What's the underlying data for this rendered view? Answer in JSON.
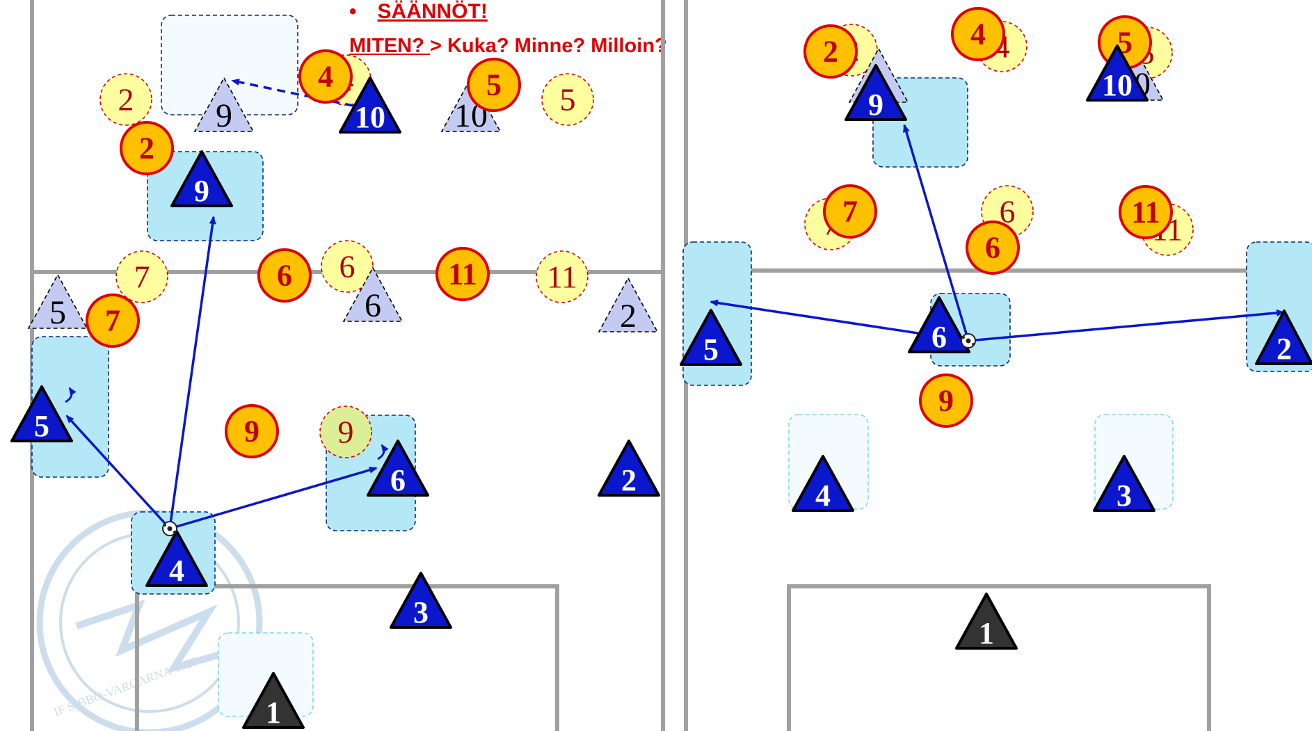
{
  "header": {
    "bullet": "•",
    "title": "SÄÄNNÖT!",
    "question_underlined": "MITEN? ",
    "question_rest": "> Kuka? Minne? Milloin?"
  },
  "watermark": {
    "text": "IF SIBBO-VARGARNA 1928"
  },
  "colors": {
    "team_blue": "#0a17cc",
    "opponent_yellow": "#ffc000",
    "opponent_ring": "#e00000",
    "ghost_circle_fill": "#ffffa0",
    "ghost_triangle_fill": "#c3cbf2",
    "zone_blue": "#b5e8f7",
    "pass_arrow": "#0a17cc",
    "field_lines": "#a0a0a0",
    "header_red": "#e00000",
    "keeper_triangle": "#333333"
  },
  "icons": {
    "ball": "soccer-ball-icon"
  },
  "panels": [
    {
      "name": "left",
      "blue_players": [
        "9",
        "10",
        "5",
        "6",
        "2",
        "4",
        "3",
        "1"
      ],
      "ghost_blue_players": [
        "9",
        "10",
        "5",
        "6",
        "2"
      ],
      "yellow_opponents": [
        "4",
        "5",
        "2",
        "6",
        "11",
        "7",
        "9"
      ],
      "ghost_yellow_opponents": [
        "2",
        "4",
        "5",
        "7",
        "6",
        "11",
        "9"
      ]
    },
    {
      "name": "right",
      "blue_players": [
        "9",
        "10",
        "5",
        "6",
        "2",
        "4",
        "3",
        "1"
      ],
      "ghost_blue_players": [
        "9",
        "10"
      ],
      "yellow_opponents": [
        "2",
        "4",
        "5",
        "7",
        "11",
        "6",
        "9"
      ],
      "ghost_yellow_opponents": [
        "2",
        "4",
        "5",
        "7",
        "6",
        "11"
      ]
    }
  ]
}
